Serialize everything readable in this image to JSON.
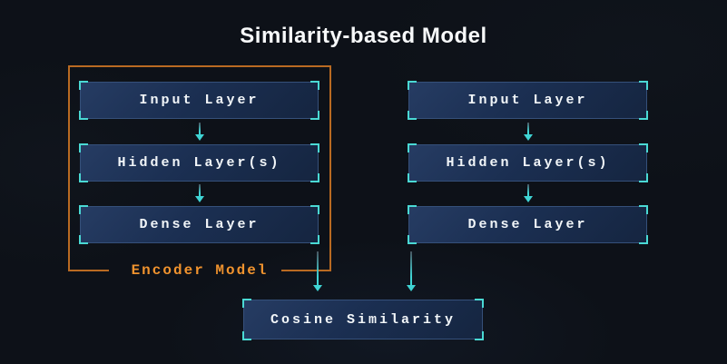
{
  "title": "Similarity-based Model",
  "encoder_frame": {
    "label": "Encoder Model"
  },
  "towers": [
    {
      "id": "left",
      "nodes": [
        "Input Layer",
        "Hidden Layer(s)",
        "Dense Layer"
      ]
    },
    {
      "id": "right",
      "nodes": [
        "Input Layer",
        "Hidden Layer(s)",
        "Dense Layer"
      ]
    }
  ],
  "output_node": "Cosine Similarity",
  "icons": {
    "arrow_down": "down-arrow",
    "corner_bracket": "corner-bracket"
  },
  "colors": {
    "background": "#0d1118",
    "node_fill_top": "#263c63",
    "node_fill_bottom": "#152540",
    "node_border": "#35507a",
    "node_text": "#f2f6f9",
    "bracket": "#4ad9d4",
    "arrow": "#3fd4d4",
    "frame": "#b96a22",
    "frame_label": "#f0932e",
    "title_text": "#f7f9fa"
  }
}
